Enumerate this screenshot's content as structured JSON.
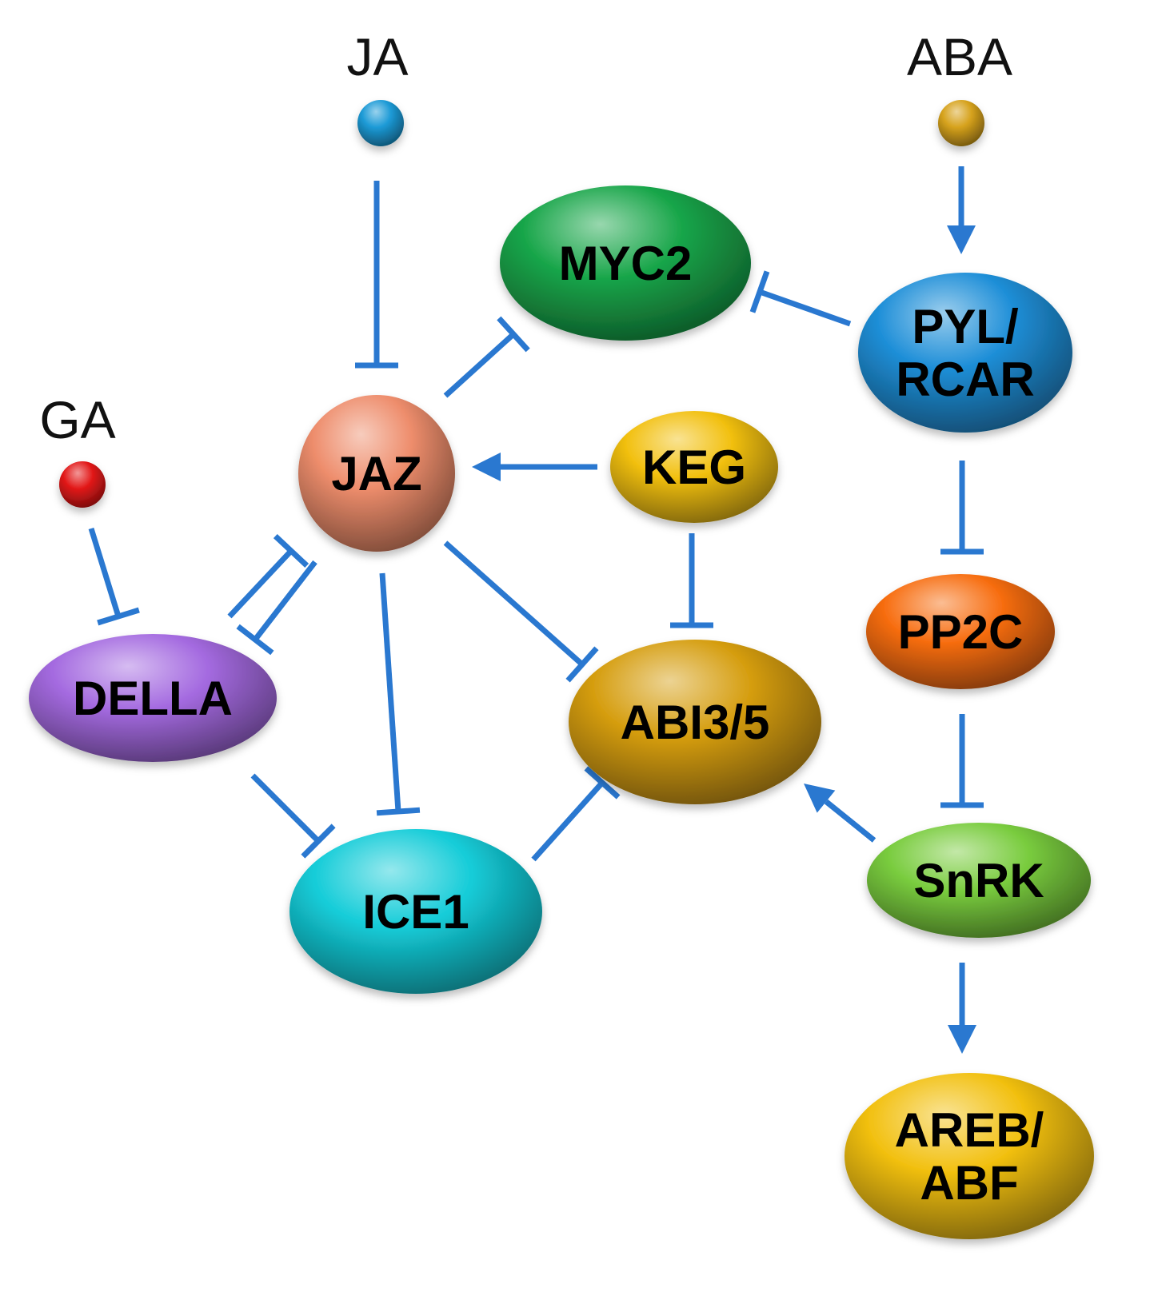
{
  "hormones": [
    {
      "id": "ja",
      "label": "JA",
      "color": "#1c9ad6"
    },
    {
      "id": "aba",
      "label": "ABA",
      "color": "#d6a21c"
    },
    {
      "id": "ga",
      "label": "GA",
      "color": "#e21818"
    }
  ],
  "nodes": [
    {
      "id": "myc2",
      "lines": [
        "MYC2"
      ],
      "color": "#19a64a"
    },
    {
      "id": "pyl",
      "lines": [
        "PYL/",
        "RCAR"
      ],
      "color": "#1f8fd8"
    },
    {
      "id": "jaz",
      "lines": [
        "JAZ"
      ],
      "color": "#ee8d6c"
    },
    {
      "id": "keg",
      "lines": [
        "KEG"
      ],
      "color": "#f2c010"
    },
    {
      "id": "pp2c",
      "lines": [
        "PP2C"
      ],
      "color": "#f76d10"
    },
    {
      "id": "della",
      "lines": [
        "DELLA"
      ],
      "color": "#a46ae0"
    },
    {
      "id": "abi",
      "lines": [
        "ABI3/5"
      ],
      "color": "#d59d0e"
    },
    {
      "id": "snrk",
      "lines": [
        "SnRK"
      ],
      "color": "#79cc3e"
    },
    {
      "id": "ice1",
      "lines": [
        "ICE1"
      ],
      "color": "#14ccd8"
    },
    {
      "id": "areb",
      "lines": [
        "AREB/",
        "ABF"
      ],
      "color": "#f2c010"
    }
  ],
  "edges": [
    {
      "from": "ja",
      "to": "jaz",
      "type": "inhibit"
    },
    {
      "from": "aba",
      "to": "pyl",
      "type": "activate"
    },
    {
      "from": "pyl",
      "to": "myc2",
      "type": "inhibit"
    },
    {
      "from": "jaz",
      "to": "myc2",
      "type": "inhibit"
    },
    {
      "from": "keg",
      "to": "jaz",
      "type": "activate"
    },
    {
      "from": "keg",
      "to": "abi",
      "type": "inhibit"
    },
    {
      "from": "pyl",
      "to": "pp2c",
      "type": "inhibit"
    },
    {
      "from": "pp2c",
      "to": "snrk",
      "type": "inhibit"
    },
    {
      "from": "snrk",
      "to": "abi",
      "type": "activate"
    },
    {
      "from": "snrk",
      "to": "areb",
      "type": "activate"
    },
    {
      "from": "ga",
      "to": "della",
      "type": "inhibit"
    },
    {
      "from": "della",
      "to": "jaz",
      "type": "inhibit"
    },
    {
      "from": "jaz",
      "to": "della",
      "type": "inhibit"
    },
    {
      "from": "jaz",
      "to": "ice1",
      "type": "inhibit"
    },
    {
      "from": "jaz",
      "to": "abi",
      "type": "inhibit"
    },
    {
      "from": "della",
      "to": "ice1",
      "type": "inhibit"
    },
    {
      "from": "ice1",
      "to": "abi",
      "type": "inhibit"
    }
  ],
  "colors": {
    "edge": "#2a78d0"
  }
}
